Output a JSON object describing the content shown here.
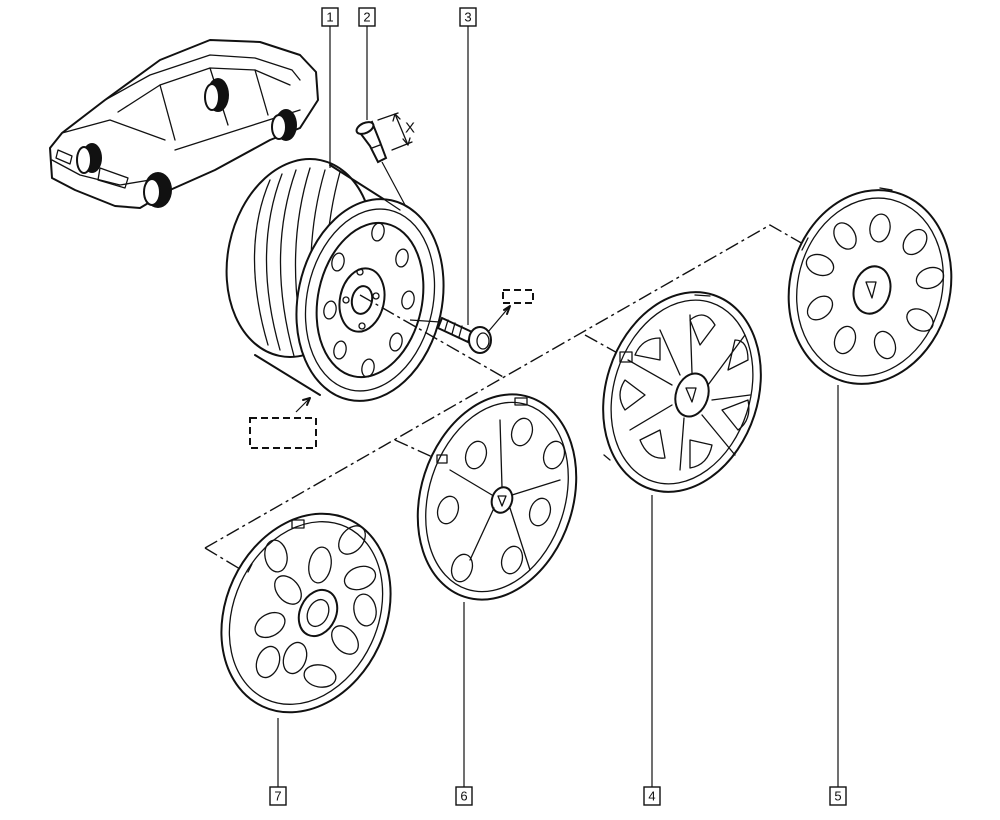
{
  "callouts": [
    {
      "id": "callout-1",
      "label": "1"
    },
    {
      "id": "callout-2",
      "label": "2"
    },
    {
      "id": "callout-3",
      "label": "3"
    },
    {
      "id": "callout-4",
      "label": "4"
    },
    {
      "id": "callout-5",
      "label": "5"
    },
    {
      "id": "callout-6",
      "label": "6"
    },
    {
      "id": "callout-7",
      "label": "7"
    }
  ],
  "dimension_label": "X"
}
